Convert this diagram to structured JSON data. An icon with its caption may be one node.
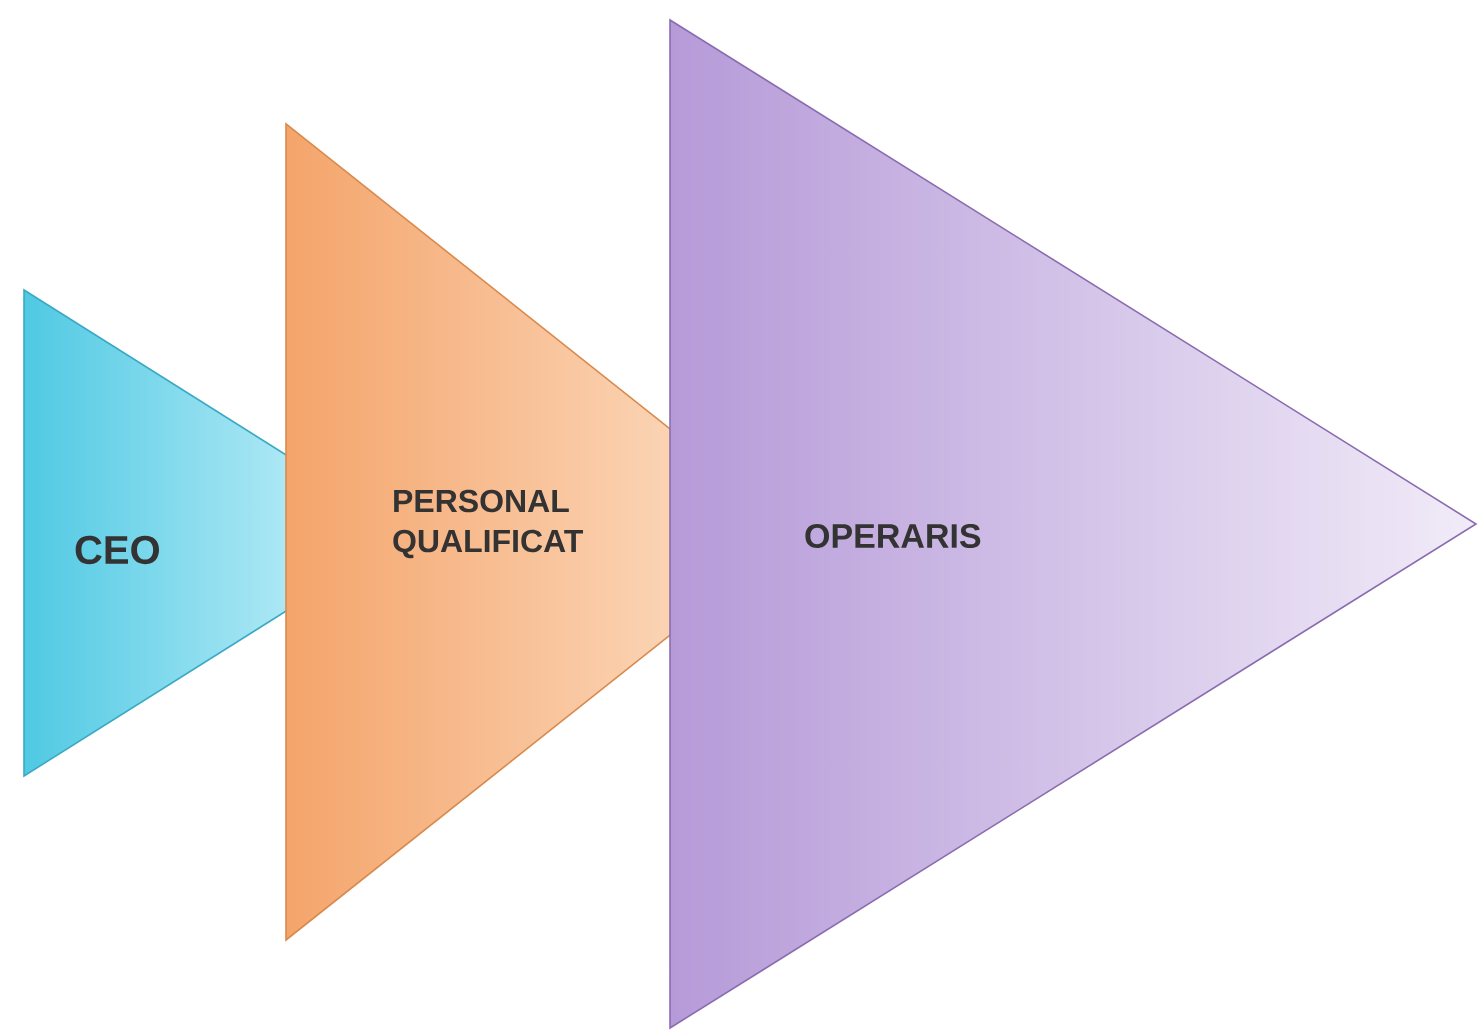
{
  "diagram": {
    "nodes": [
      {
        "text": [
          "CEO"
        ]
      },
      {
        "text": [
          "PERSONAL QUALIFICAT"
        ]
      },
      {
        "text": [
          "OPERARIS"
        ]
      }
    ]
  }
}
